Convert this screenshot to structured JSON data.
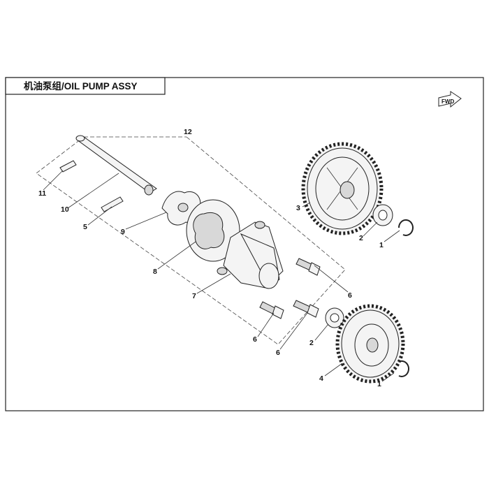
{
  "title": "机油泵组/OIL PUMP ASSY",
  "fwd_label": "FWD",
  "callouts": {
    "c1a": "1",
    "c1b": "1",
    "c2a": "2",
    "c2b": "2",
    "c3": "3",
    "c4": "4",
    "c5": "5",
    "c6a": "6",
    "c6b": "6",
    "c6c": "6",
    "c7": "7",
    "c8": "8",
    "c9": "9",
    "c10": "10",
    "c11": "11",
    "c12": "12"
  }
}
